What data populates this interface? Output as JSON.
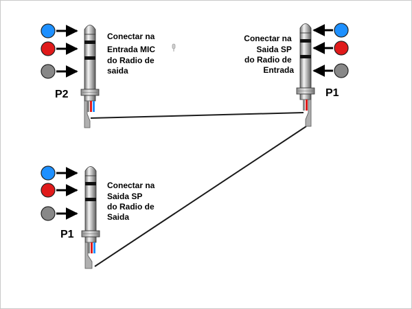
{
  "plugs": [
    {
      "id": "top-left",
      "name": "P2",
      "lines": [
        "Conectar na",
        "Entrada MIC",
        "do Radio de",
        "saida"
      ]
    },
    {
      "id": "top-right",
      "name": "P1",
      "lines": [
        "Conectar na",
        "Saida SP",
        "do Radio de",
        "Entrada"
      ]
    },
    {
      "id": "bottom-left",
      "name": "P1",
      "lines": [
        "Conectar na",
        "Saida SP",
        "do Radio de",
        "Saida"
      ]
    }
  ],
  "colors": {
    "tip": "#1e90ff",
    "ring": "#e01a1a",
    "sleeve": "#888888",
    "plug_body": "#a6a6a6",
    "plug_band": "#111111",
    "cable": "#1a1a1a",
    "border": "#c8c8c8"
  },
  "icons": [
    "microphone-icon"
  ]
}
